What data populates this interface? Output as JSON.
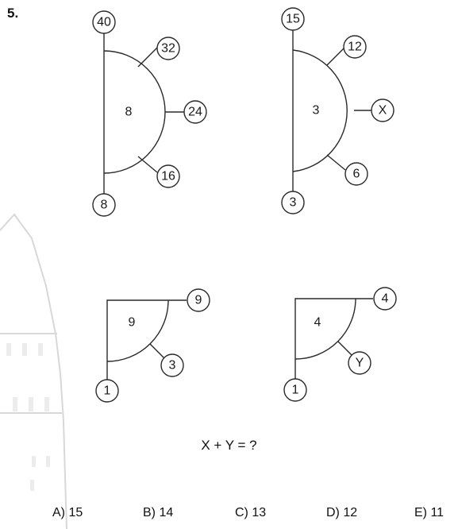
{
  "question_number": "5.",
  "figures": [
    {
      "type": "semicircle",
      "center": "8",
      "top": "40",
      "bottom": "8",
      "spokes": [
        "32",
        "24",
        "16"
      ]
    },
    {
      "type": "semicircle",
      "center": "3",
      "top": "15",
      "bottom": "3",
      "spokes": [
        "12",
        "X",
        "6"
      ]
    },
    {
      "type": "quarter",
      "center": "9",
      "corner": "9",
      "spoke": "3",
      "bottom": "1"
    },
    {
      "type": "quarter",
      "center": "4",
      "corner": "4",
      "spoke": "Y",
      "bottom": "1"
    }
  ],
  "question": "X + Y = ?",
  "options": [
    {
      "label": "A) 15"
    },
    {
      "label": "B) 14"
    },
    {
      "label": "C) 13"
    },
    {
      "label": "D) 12"
    },
    {
      "label": "E) 11"
    }
  ],
  "colors": {
    "line": "#2a2a2a",
    "watermark": "#d8d8d8"
  }
}
